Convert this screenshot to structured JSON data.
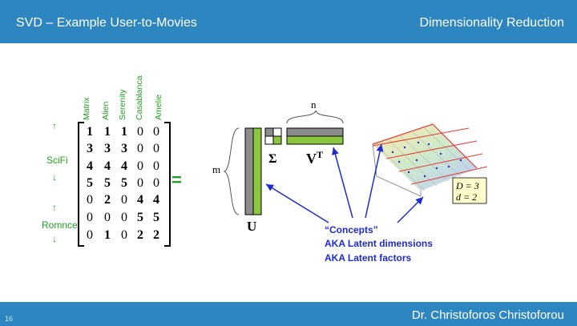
{
  "header": {
    "title": "SVD – Example User-to-Movies",
    "section": "Dimensionality Reduction"
  },
  "footer": {
    "author": "Dr. Christoforos Christoforou",
    "page_number": "16"
  },
  "movies": [
    "Matrix",
    "Alien",
    "Serenity",
    "Casablanca",
    "Amelie"
  ],
  "groups": {
    "scifi": "SciFi",
    "romance": "Romnce"
  },
  "matrix": [
    [
      "1",
      "1",
      "1",
      "0",
      "0"
    ],
    [
      "3",
      "3",
      "3",
      "0",
      "0"
    ],
    [
      "4",
      "4",
      "4",
      "0",
      "0"
    ],
    [
      "5",
      "5",
      "5",
      "0",
      "0"
    ],
    [
      "0",
      "2",
      "0",
      "4",
      "4"
    ],
    [
      "0",
      "0",
      "0",
      "5",
      "5"
    ],
    [
      "0",
      "1",
      "0",
      "2",
      "2"
    ]
  ],
  "equals_sign": "=",
  "decomposition": {
    "m_label": "m",
    "n_label": "n",
    "u_label": "U",
    "sigma_label": "Σ",
    "vt_label": "V",
    "vt_superscript": "T"
  },
  "annotations": [
    "“Concepts”",
    "AKA Latent dimensions",
    "AKA Latent factors"
  ],
  "figure": {
    "d_big": "D = 3",
    "d_small": "d = 2"
  },
  "colors": {
    "bar": "#2e86c1",
    "green": "#1f9f1f",
    "lime": "#8cc63f",
    "gray": "#8c8c8c",
    "blue": "#1e2bd0"
  }
}
